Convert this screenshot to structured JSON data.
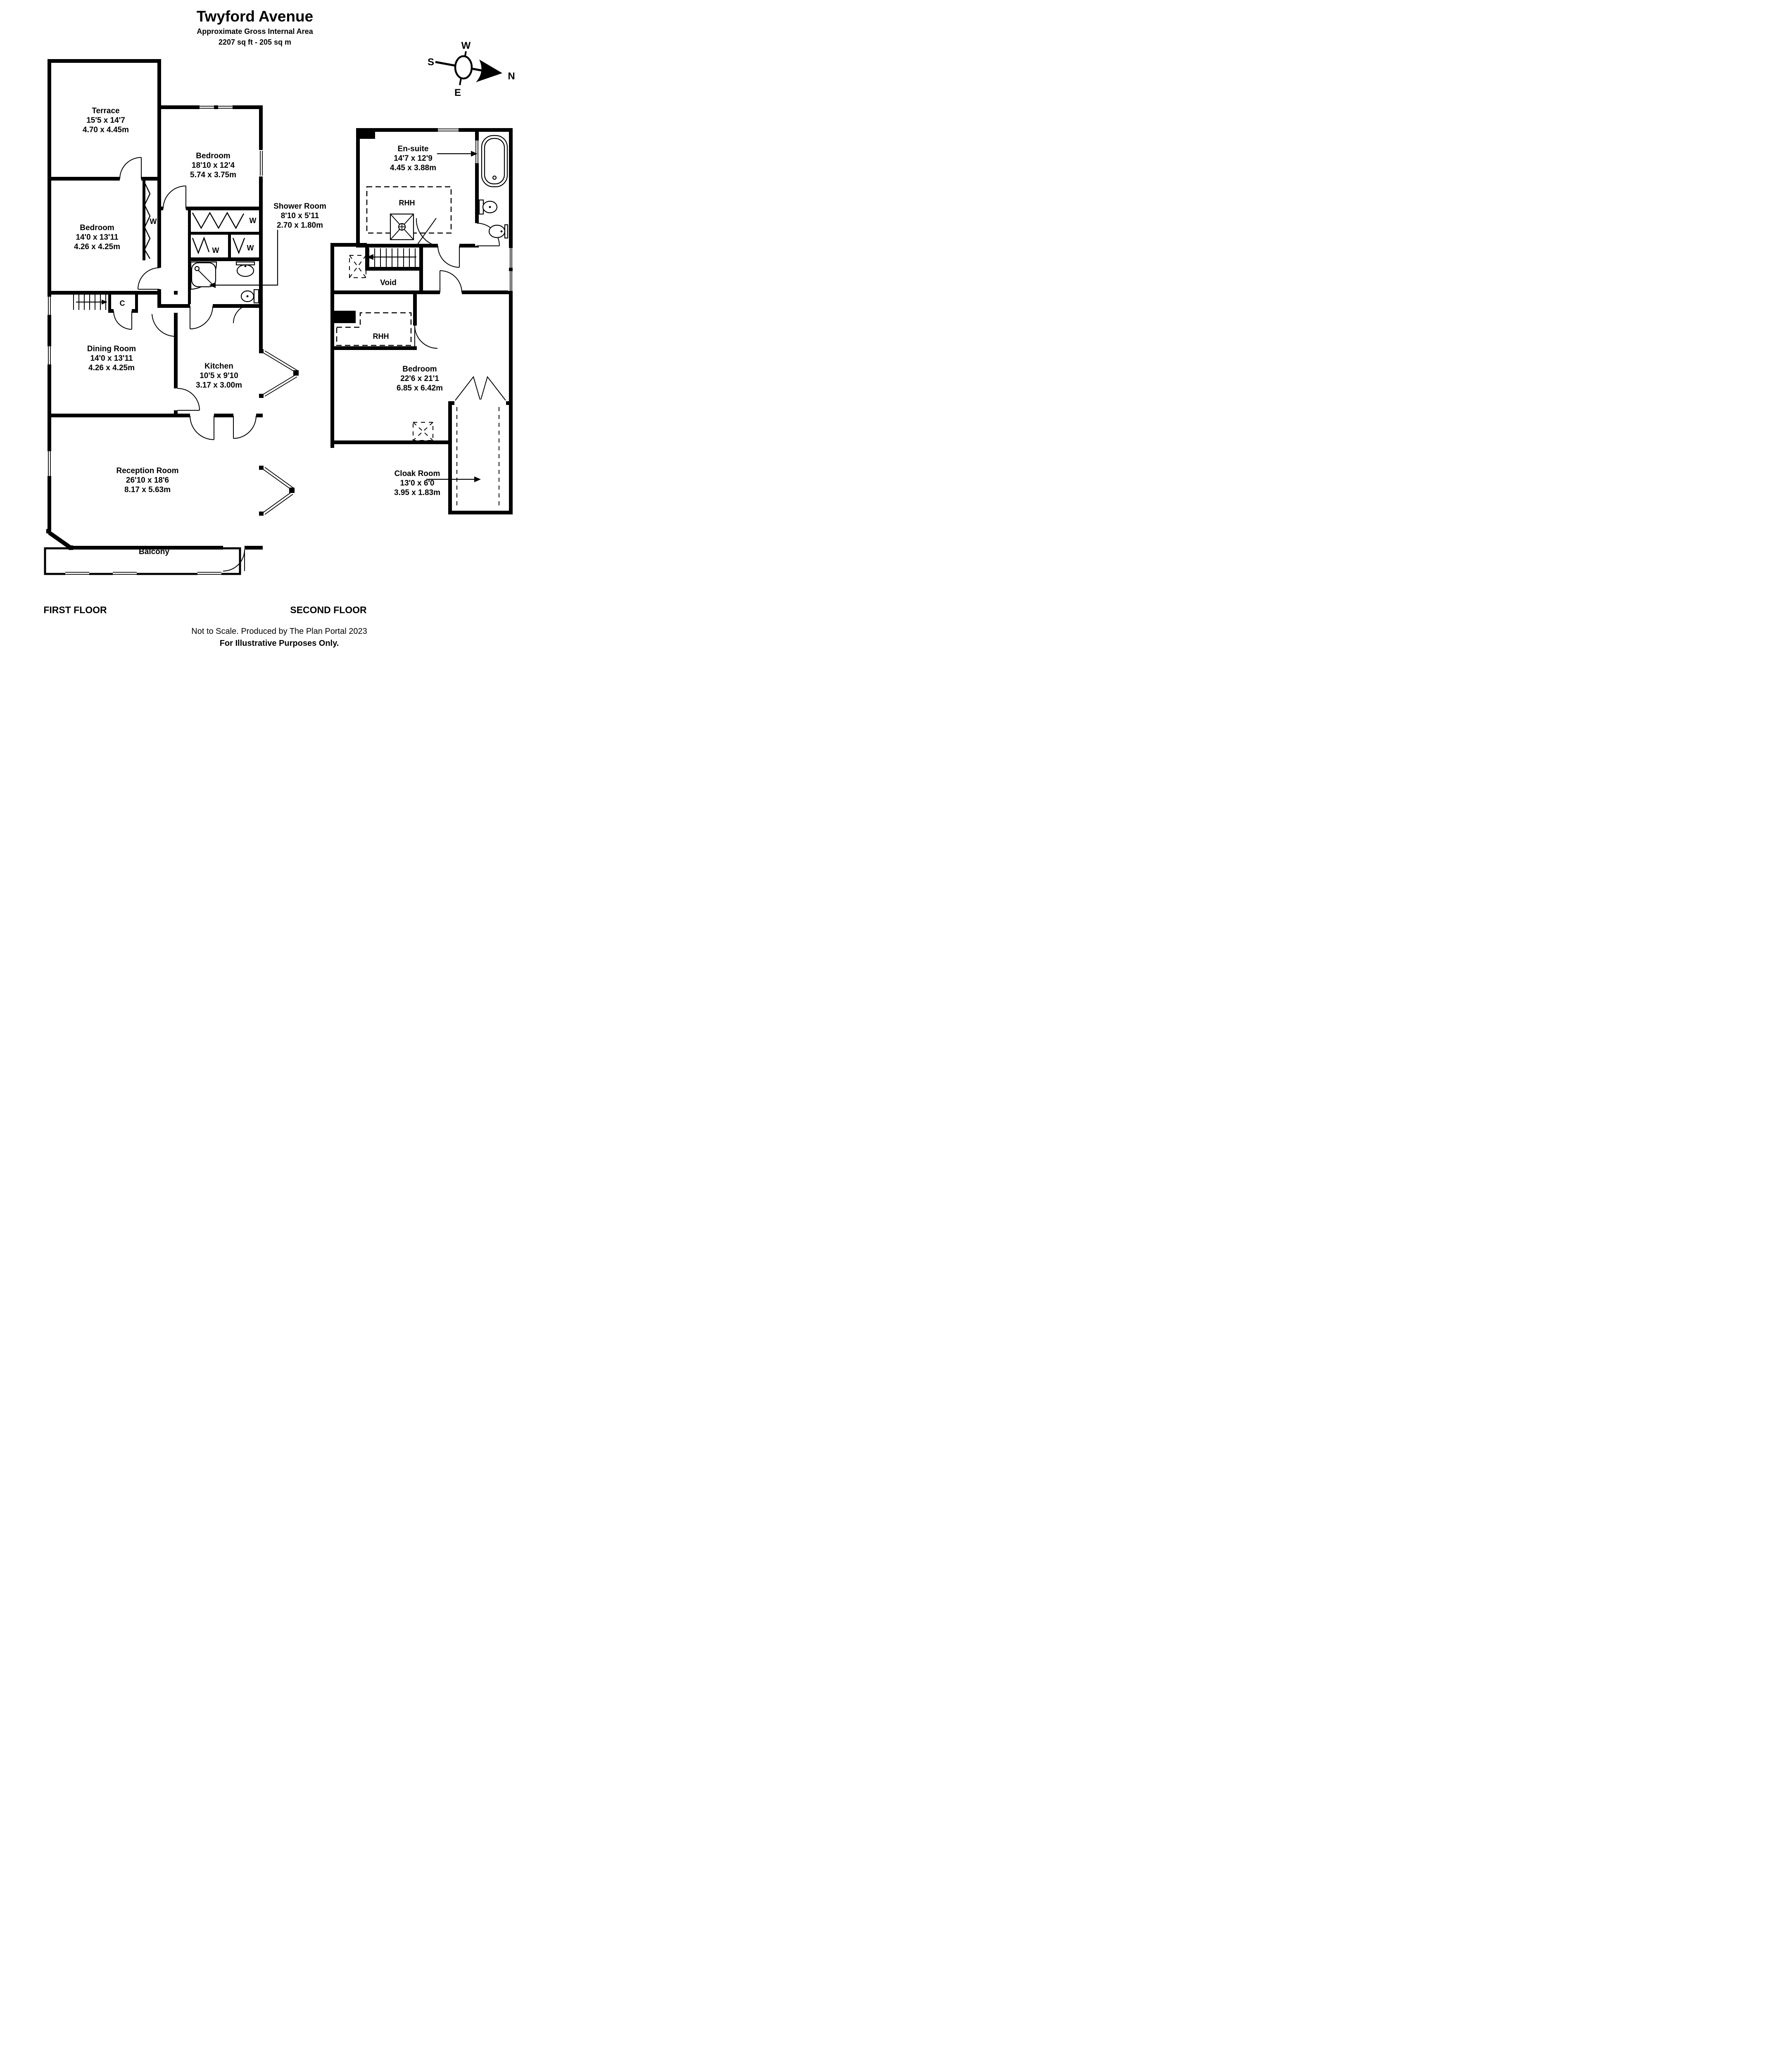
{
  "header": {
    "title": "Twyford Avenue",
    "subtitle": "Approximate Gross Internal Area",
    "area": "2207 sq ft - 205 sq m"
  },
  "compass": {
    "n": "N",
    "s": "S",
    "e": "E",
    "w": "W"
  },
  "colors": {
    "wall": "#000000",
    "background": "#ffffff"
  },
  "first_floor": {
    "label": "FIRST FLOOR",
    "rooms": {
      "terrace": {
        "name": "Terrace",
        "imperial": "15'5 x 14'7",
        "metric": "4.70 x 4.45m"
      },
      "bedroom_top": {
        "name": "Bedroom",
        "imperial": "18'10 x 12'4",
        "metric": "5.74 x 3.75m"
      },
      "bedroom_left": {
        "name": "Bedroom",
        "imperial": "14'0 x 13'11",
        "metric": "4.26 x 4.25m"
      },
      "shower_room": {
        "name": "Shower Room",
        "imperial": "8'10 x 5'11",
        "metric": "2.70 x 1.80m"
      },
      "dining_room": {
        "name": "Dining Room",
        "imperial": "14'0 x 13'11",
        "metric": "4.26 x 4.25m"
      },
      "kitchen": {
        "name": "Kitchen",
        "imperial": "10'5 x 9'10",
        "metric": "3.17 x 3.00m"
      },
      "reception_room": {
        "name": "Reception Room",
        "imperial": "26'10 x 18'6",
        "metric": "8.17 x 5.63m"
      },
      "balcony": {
        "name": "Balcony"
      }
    },
    "annotations": {
      "closet": "C",
      "wardrobe": "W"
    }
  },
  "second_floor": {
    "label": "SECOND FLOOR",
    "rooms": {
      "ensuite": {
        "name": "En-suite",
        "imperial": "14'7 x 12'9",
        "metric": "4.45 x 3.88m"
      },
      "bedroom": {
        "name": "Bedroom",
        "imperial": "22'6 x 21'1",
        "metric": "6.85 x 6.42m"
      },
      "cloak_room": {
        "name": "Cloak Room",
        "imperial": "13'0 x 6'0",
        "metric": "3.95 x 1.83m"
      },
      "void": {
        "name": "Void"
      }
    },
    "annotations": {
      "rhh": "RHH"
    }
  },
  "footer": {
    "line1": "Not to Scale. Produced by The Plan Portal 2023",
    "line2": "For Illustrative Purposes Only."
  }
}
